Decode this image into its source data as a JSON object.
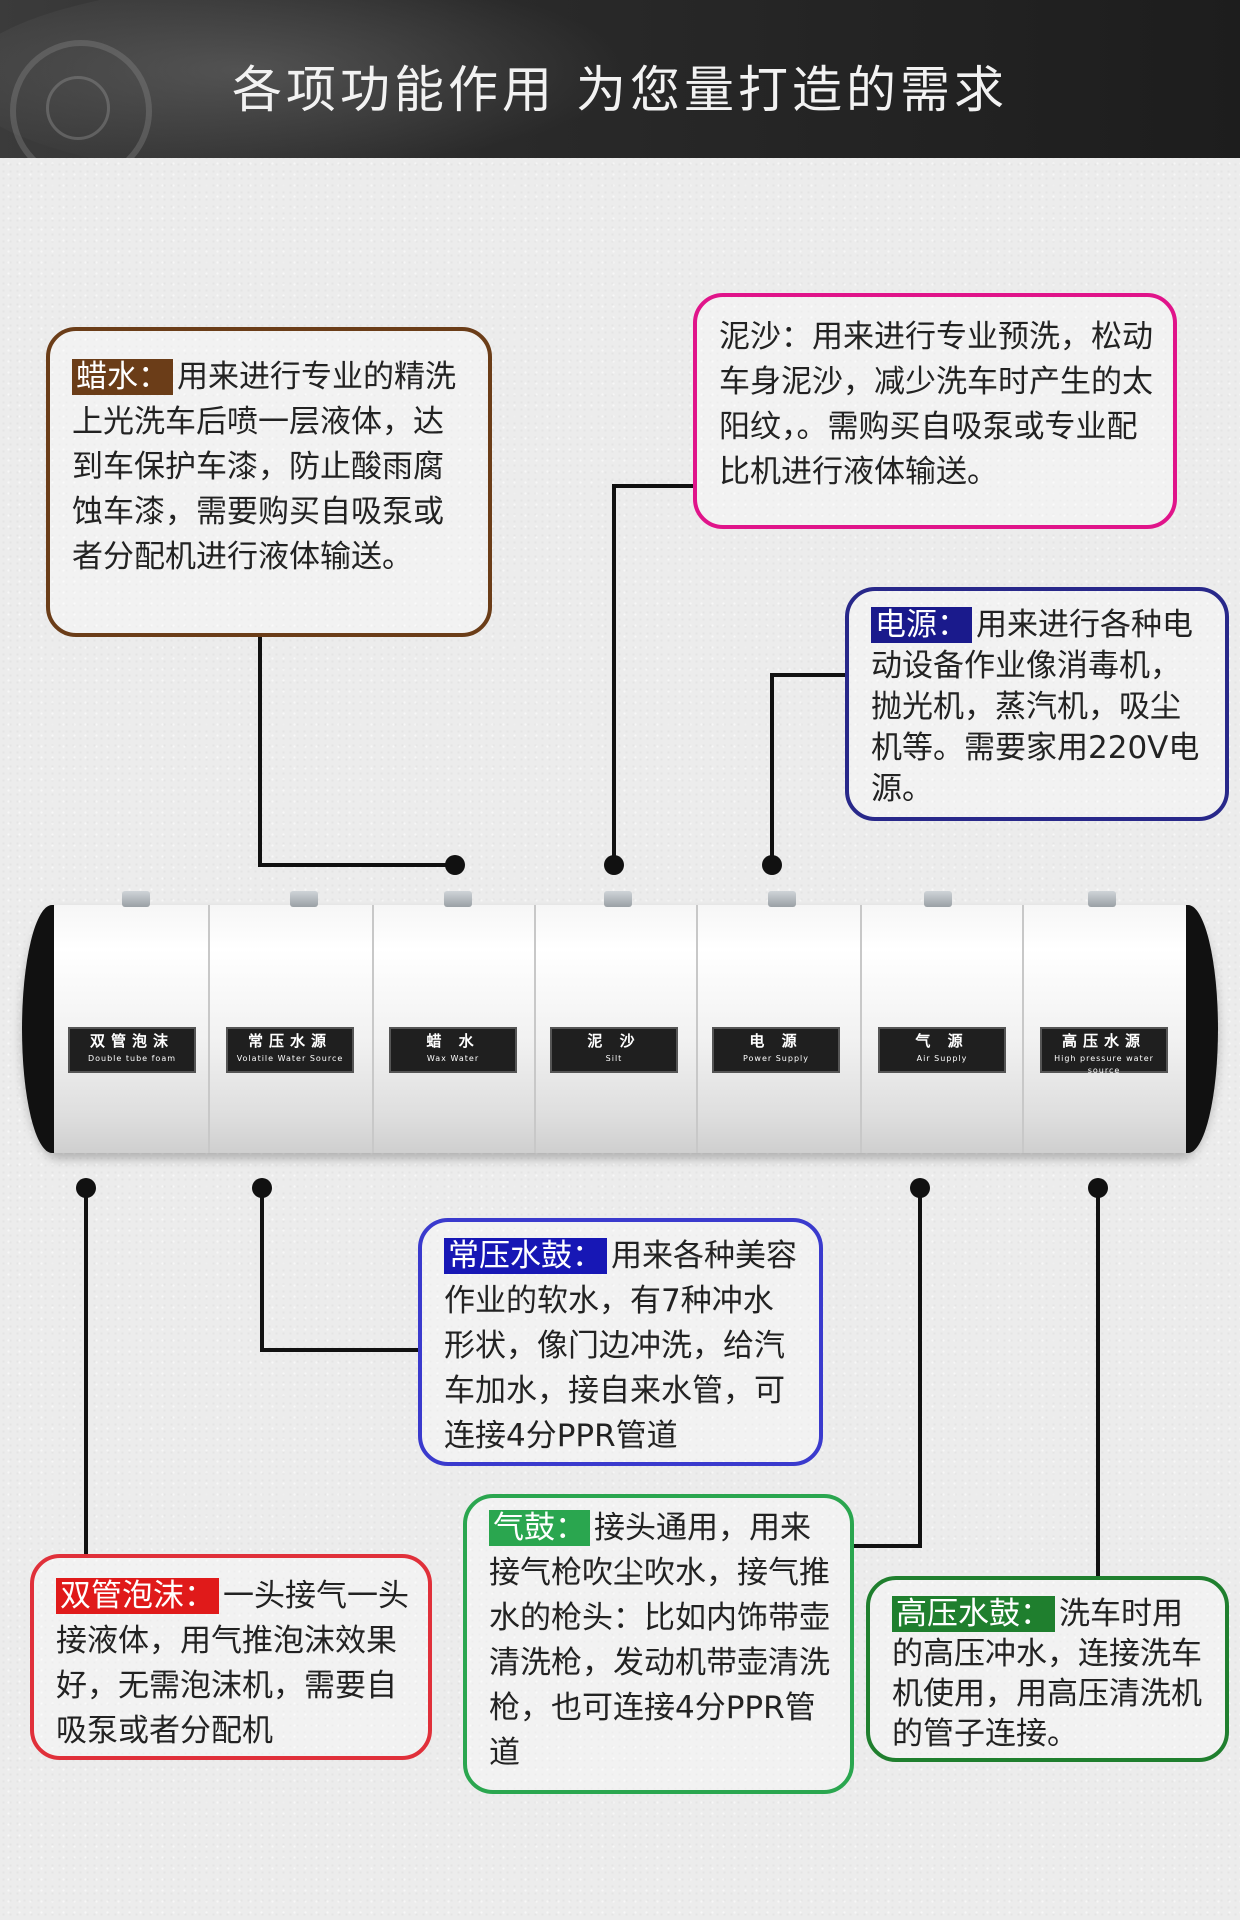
{
  "banner": {
    "title": "各项功能作用   为您量打造的需求"
  },
  "callouts": {
    "wax": {
      "tag": "蜡水：",
      "body": "用来进行专业的精洗上光洗车后喷一层液体，达到车保护车漆，防止酸雨腐蚀车漆，需要购买自吸泵或者分配机进行液体输送。"
    },
    "silt": {
      "body": "泥沙：用来进行专业预洗，松动车身泥沙，减少洗车时产生的太阳纹，。需购买自吸泵或专业配比机进行液体输送。"
    },
    "power": {
      "tag": "电源：",
      "body": "用来进行各种电动设备作业像消毒机，抛光机，蒸汽机，吸尘机等。需要家用220V电源。"
    },
    "normal_pressure": {
      "tag": "常压水鼓：",
      "body": "用来各种美容作业的软水，有7种冲水形状，像门边冲洗，给汽车加水，接自来水管，可连接4分PPR管道"
    },
    "air": {
      "tag": "气鼓：",
      "body": "接头通用，用来接气枪吹尘吹水，接气推水的枪头：比如内饰带壶清洗枪，发动机带壶清洗枪，也可连接4分PPR管道"
    },
    "foam": {
      "tag": "双管泡沫：",
      "body": "一头接气一头接液体，用气推泡沫效果好，无需泡沫机，需要自吸泵或者分配机"
    },
    "high_pressure": {
      "tag": "高压水鼓：",
      "body": "洗车时用的高压冲水，连接洗车机使用，用高压清洗机的管子连接。"
    }
  },
  "machine": {
    "plates": [
      {
        "zh": "双管泡沫",
        "en": "Double tube foam"
      },
      {
        "zh": "常压水源",
        "en": "Volatile Water Source"
      },
      {
        "zh": "蜡 水",
        "en": "Wax Water"
      },
      {
        "zh": "泥 沙",
        "en": "Silt"
      },
      {
        "zh": "电 源",
        "en": "Power Supply"
      },
      {
        "zh": "气 源",
        "en": "Air Supply"
      },
      {
        "zh": "高压水源",
        "en": "High pressure water source"
      }
    ]
  }
}
